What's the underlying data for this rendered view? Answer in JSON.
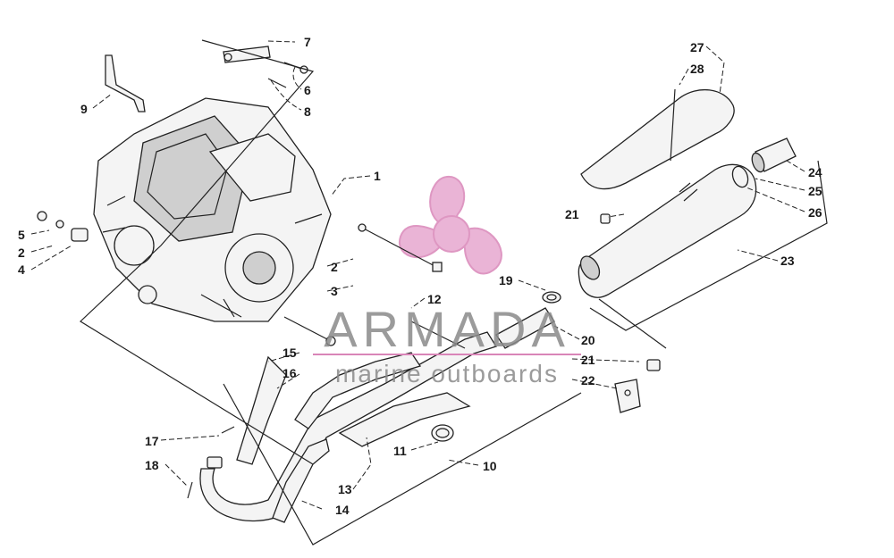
{
  "watermark": {
    "brand": "ARMADA",
    "tagline": "marine outboards",
    "color": "#d985b8",
    "line_color": "#d985b8"
  },
  "callouts": [
    "1",
    "2",
    "2",
    "3",
    "4",
    "5",
    "6",
    "7",
    "8",
    "9",
    "10",
    "11",
    "12",
    "13",
    "14",
    "15",
    "16",
    "17",
    "18",
    "19",
    "20",
    "21",
    "21",
    "22",
    "23",
    "24",
    "25",
    "26",
    "27",
    "28"
  ]
}
